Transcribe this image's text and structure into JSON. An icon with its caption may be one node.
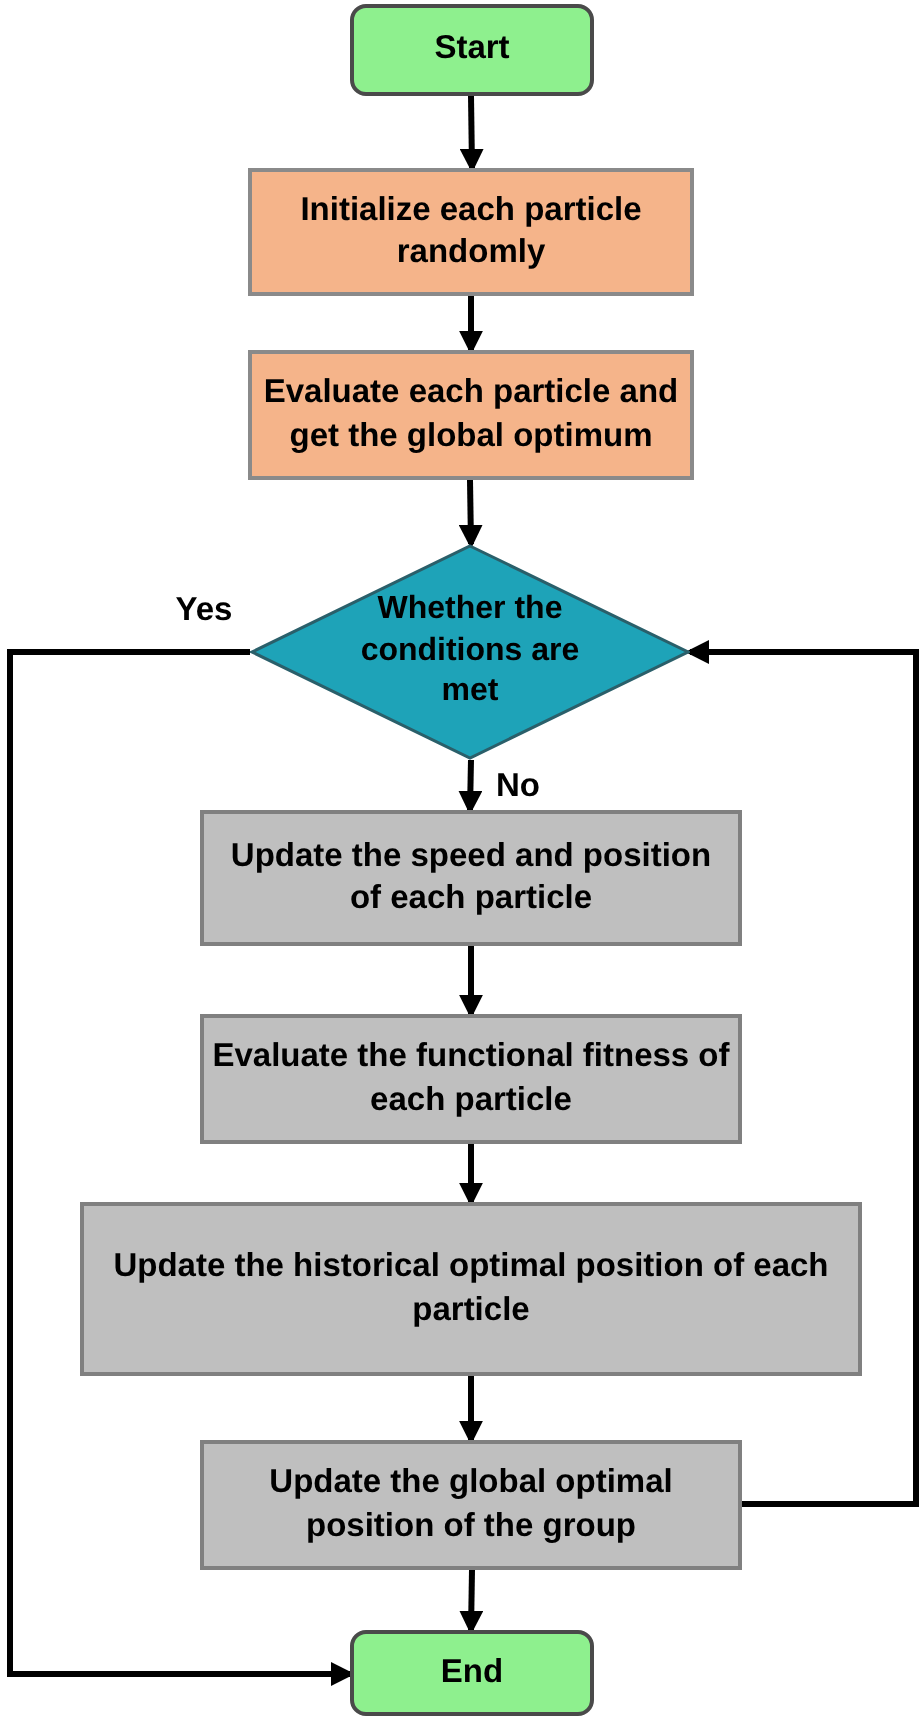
{
  "diagram": {
    "nodes": [
      {
        "text": [
          "Start"
        ]
      },
      {
        "text": [
          "Initialize each particle randomly"
        ]
      },
      {
        "text": [
          "Evaluate each particle and get the global optimum"
        ]
      },
      {
        "text": [
          "Whether the conditions are met"
        ]
      },
      {
        "text": [
          "Update the speed and position of each particle"
        ]
      },
      {
        "text": [
          "Evaluate the functional fitness of each particle"
        ]
      },
      {
        "text": [
          "Update the historical optimal position of each particle"
        ]
      },
      {
        "text": [
          "Update the global optimal position of the group"
        ]
      },
      {
        "text": [
          "End"
        ]
      }
    ],
    "edges": [
      {
        "from": 0,
        "to": 1,
        "arrow": "to"
      },
      {
        "from": 1,
        "to": 2,
        "arrow": "to"
      },
      {
        "from": 2,
        "to": 3,
        "arrow": "to"
      },
      {
        "from": 3,
        "to": 4,
        "arrow": "to",
        "label": "No"
      },
      {
        "from": 4,
        "to": 5,
        "arrow": "to"
      },
      {
        "from": 5,
        "to": 6,
        "arrow": "to"
      },
      {
        "from": 6,
        "to": 7,
        "arrow": "to"
      },
      {
        "from": 7,
        "to": 8,
        "arrow": "to"
      },
      {
        "from": 7,
        "to": 3,
        "arrow": "to"
      },
      {
        "from": 3,
        "to": 8,
        "arrow": "to",
        "label": "Yes"
      }
    ]
  }
}
